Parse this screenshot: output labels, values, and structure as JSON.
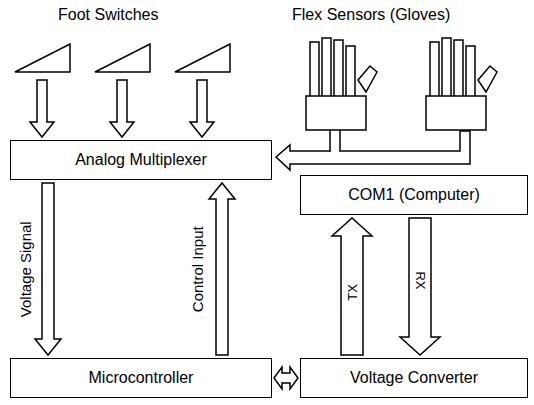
{
  "diagram": {
    "nodes": [
      {
        "text": [
          "Analog Multiplexer"
        ]
      },
      {
        "text": [
          "COM1 (Computer)"
        ]
      },
      {
        "text": [
          "Microcontroller"
        ]
      },
      {
        "text": [
          "Voltage Converter"
        ]
      }
    ],
    "edges": [
      {
        "from": 0,
        "to": 2,
        "arrow": "to",
        "label": "Voltage Signal"
      },
      {
        "from": 2,
        "to": 0,
        "arrow": "to",
        "label": "Control Input"
      },
      {
        "from": 2,
        "to": 3,
        "arrow": "both"
      },
      {
        "from": 3,
        "to": 1,
        "arrow": "to",
        "label": "TX"
      },
      {
        "from": 1,
        "to": 3,
        "arrow": "to",
        "label": "RX"
      }
    ],
    "labels": [
      "Foot Switches",
      "Flex Sensors (Gloves)"
    ]
  }
}
